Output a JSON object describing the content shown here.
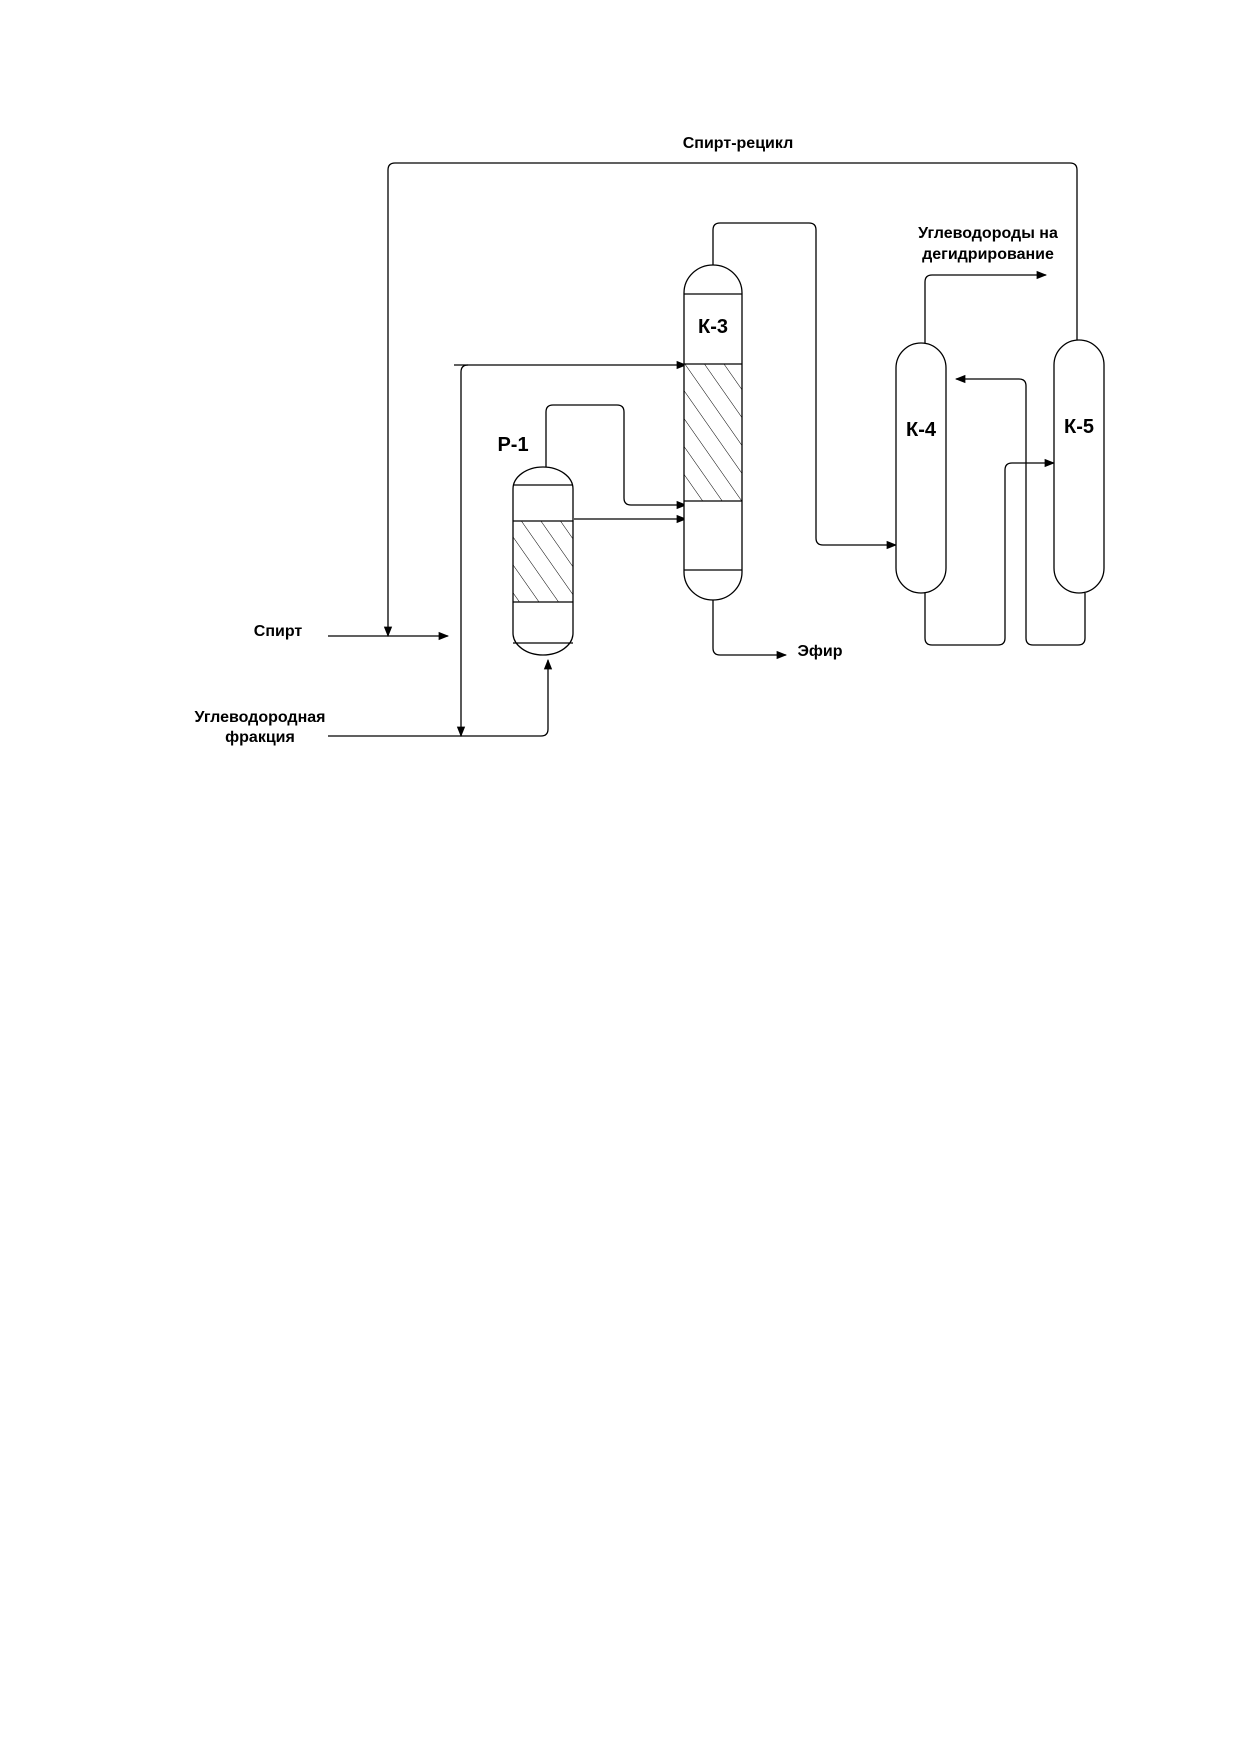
{
  "streams": {
    "alcohol_recycle": "Спирт-рецикл",
    "hydrocarbons_dehydro_line1": "Углеводороды на",
    "hydrocarbons_dehydro_line2": "дегидрирование",
    "alcohol_feed": "Спирт",
    "hc_fraction_line1": "Углеводородная",
    "hc_fraction_line2": "фракция",
    "ether_product": "Эфир"
  },
  "equipment": {
    "reactor": "Р-1",
    "column_k3": "К-3",
    "column_k4": "К-4",
    "column_k5": "К-5"
  },
  "colors": {
    "line": "#000000",
    "background": "#ffffff"
  }
}
